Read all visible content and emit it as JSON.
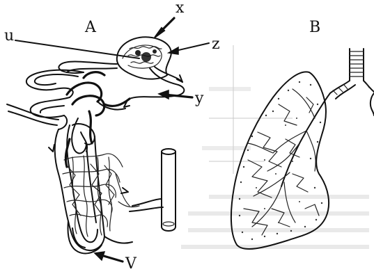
{
  "figure": {
    "panel_a_label": "A",
    "panel_b_label": "B",
    "callouts": {
      "u": "u",
      "x": "x",
      "z": "z",
      "y": "y",
      "v": "V"
    }
  }
}
